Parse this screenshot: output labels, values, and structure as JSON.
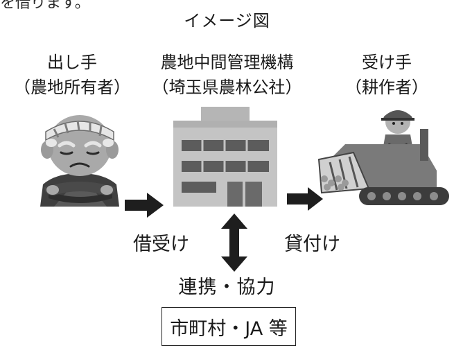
{
  "header": {
    "top_fragment": "を借ります。",
    "title": "イメージ図"
  },
  "parties": {
    "giver": {
      "title": "出し手",
      "subtitle": "（農地所有者）"
    },
    "agency": {
      "title": "農地中間管理機構",
      "subtitle": "（埼玉県農林公社）"
    },
    "receiver": {
      "title": "受け手",
      "subtitle": "（耕作者）"
    }
  },
  "flows": {
    "borrow": "借受け",
    "lend": "貸付け",
    "cooperation": "連携・協力"
  },
  "partner": {
    "label": "市町村・JA 等"
  },
  "colors": {
    "arrow": "#1e1e1e",
    "illustration_dark": "#3a3a3a",
    "illustration_mid": "#8a8a8a",
    "illustration_light": "#cfcfcf"
  }
}
